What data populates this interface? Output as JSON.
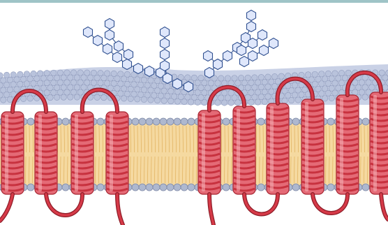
{
  "figure": {
    "type": "illustration",
    "subject": "membrane-proteins-in-lipid-bilayer",
    "helix_count": 10,
    "glycan_tree_count": 3,
    "colors": {
      "background": "#ffffff",
      "frame": "#9fc4c7",
      "helix_fill": "#e46a76",
      "helix_stripe": "#c8323f",
      "helix_highlight": "#f6b2b8",
      "loop": "#d63a48",
      "lipid_head": "#aeb8cf",
      "lipid_head_shadow": "#7f8aa8",
      "lipid_tail": "#f5d9a0",
      "lipid_tail_line": "#e3b565",
      "glycan_line": "#2f4f8f",
      "glycan_fill": "#dfe7fb",
      "head_layer": "#c9d1e6"
    }
  }
}
